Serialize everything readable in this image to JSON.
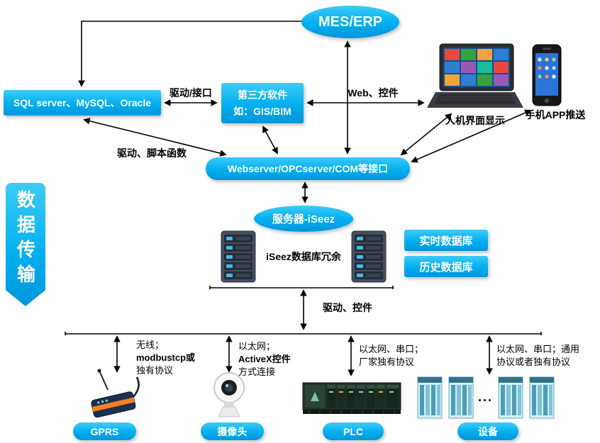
{
  "colors": {
    "accent": "#00aeef",
    "arrow": "#000000",
    "text": "#000000"
  },
  "banner": {
    "text": "数据传输"
  },
  "nodes": {
    "mes_erp": "MES/ERP",
    "sql": "SQL server、MySQL、Oracle",
    "third_party": [
      "第三方软件",
      "如：GIS/BIM"
    ],
    "webserver": "Webserver/OPCserver/COM等接口",
    "server_iseez": "服务器-iSeez",
    "db_redundancy": "iSeez数据库冗余",
    "realtime_db": "实时数据库",
    "history_db": "历史数据库",
    "hmi_label": "人机界面显示",
    "phone_label": "手机APP推送"
  },
  "edge_labels": {
    "drive_interface": "驱动/接口",
    "web_controls": "Web、控件",
    "drive_script": "驱动、脚本函数",
    "drive_controls": "驱动、控件",
    "gprs": [
      "无线；",
      "modbustcp或",
      "独有协议"
    ],
    "camera": [
      "以太网；",
      "ActiveX控件",
      "方式连接"
    ],
    "plc": [
      "以太网、串口；",
      "厂家独有协议"
    ],
    "device": [
      "以太网、串口；通用",
      "协议或者独有协议"
    ]
  },
  "bottom": {
    "gprs": "GPRS",
    "camera": "摄像头",
    "plc": "PLC",
    "device": "设备",
    "ellipsis": "..."
  }
}
